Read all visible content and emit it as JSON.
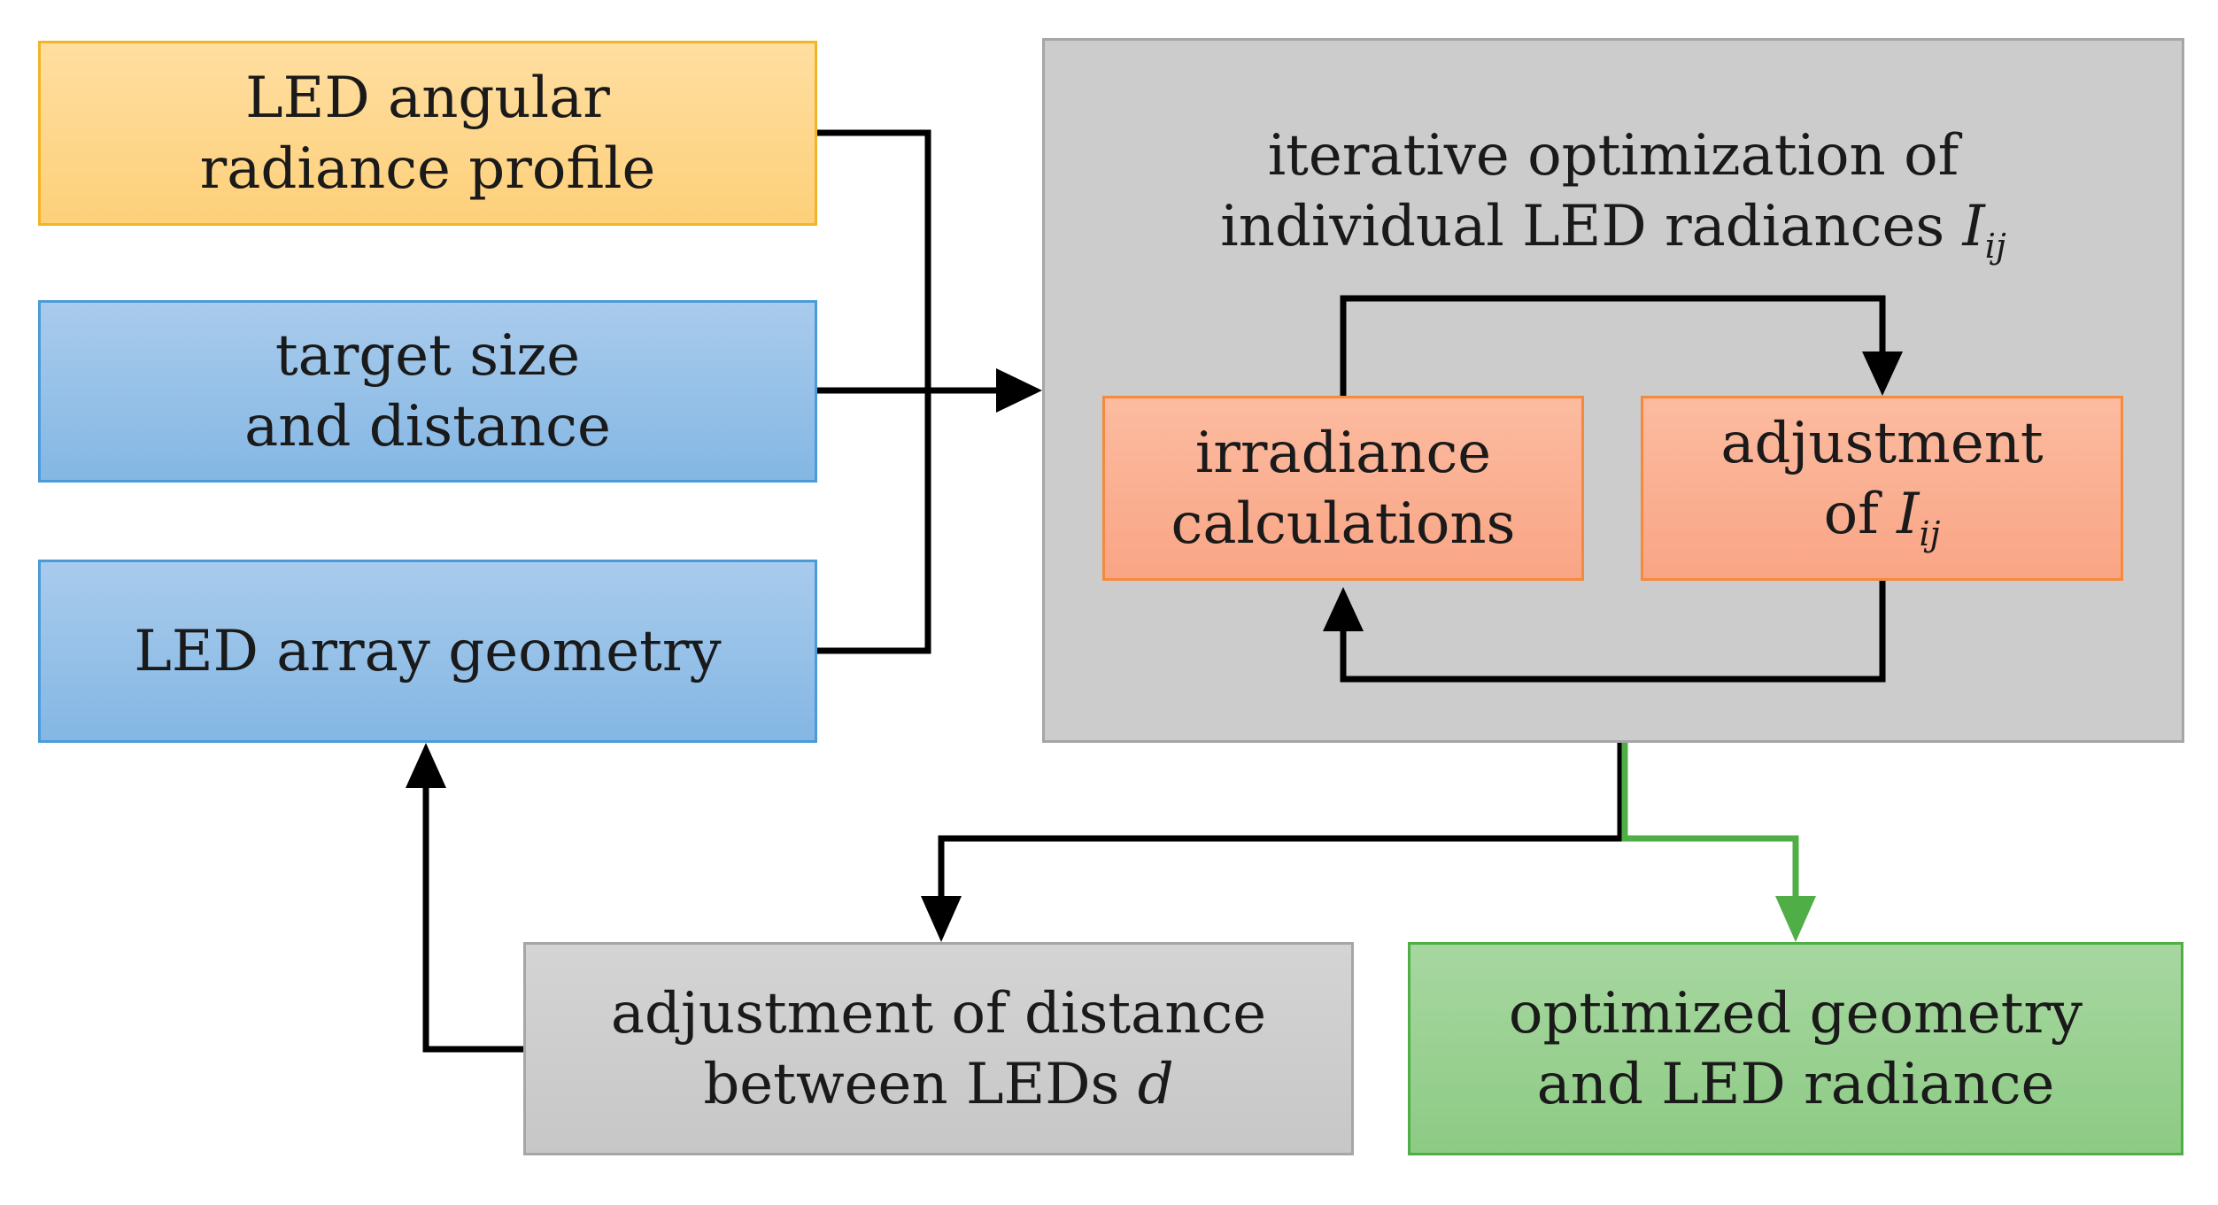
{
  "nodes": {
    "led_profile": {
      "line1": "LED angular",
      "line2": "radiance profile"
    },
    "target": {
      "line1": "target size",
      "line2": "and distance"
    },
    "geometry": {
      "line1": "LED array geometry"
    },
    "iterative": {
      "line1": "iterative optimization of",
      "line2": "individual LED radiances",
      "var": "I",
      "sub": "ij"
    },
    "irradiance": {
      "line1": "irradiance",
      "line2": "calculations"
    },
    "adjust_i": {
      "line1": "adjustment",
      "line2": "of",
      "var": "I",
      "sub": "ij"
    },
    "adjust_d": {
      "line1": "adjustment of distance",
      "line2": "between LEDs",
      "var": "d"
    },
    "optimized": {
      "line1": "optimized geometry",
      "line2": "and LED radiance"
    }
  },
  "colors": {
    "input_orange": "#fdd07a",
    "input_blue": "#84b7e4",
    "process_gray": "#cccccc",
    "step_salmon": "#f9a585",
    "output_green": "#8dcb84",
    "arrow_black": "#000000",
    "arrow_green": "#4fae45"
  }
}
